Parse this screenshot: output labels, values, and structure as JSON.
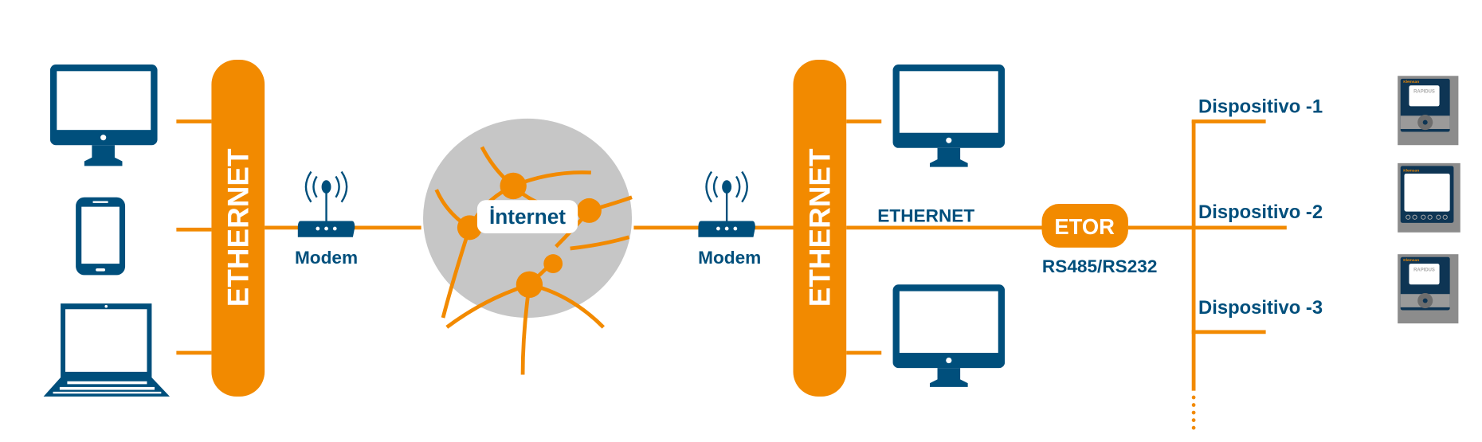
{
  "colors": {
    "orange": "#F28A00",
    "blue": "#004F7C",
    "globe": "#C6C6C6",
    "device_gray": "#8C8C8C",
    "device_panel": "#0E3554"
  },
  "left": {
    "bus_label": "ETHERNET",
    "devices": [
      "desktop-monitor-icon",
      "smartphone-icon",
      "laptop-icon"
    ],
    "modem_label": "Modem"
  },
  "internet": {
    "label": "İnternet"
  },
  "right": {
    "modem_label": "Modem",
    "bus_label": "ETHERNET",
    "link_label": "ETHERNET",
    "converter_label": "ETOR",
    "serial_label": "RS485/RS232",
    "devices": [
      {
        "label": "Dispositivo -1",
        "screen_text": "RAPIDUS",
        "brand": "Klemsan"
      },
      {
        "label": "Dispositivo -2",
        "screen_text": "",
        "brand": "Klemsan"
      },
      {
        "label": "Dispositivo -3",
        "screen_text": "RAPIDUS",
        "brand": "Klemsan"
      }
    ]
  }
}
